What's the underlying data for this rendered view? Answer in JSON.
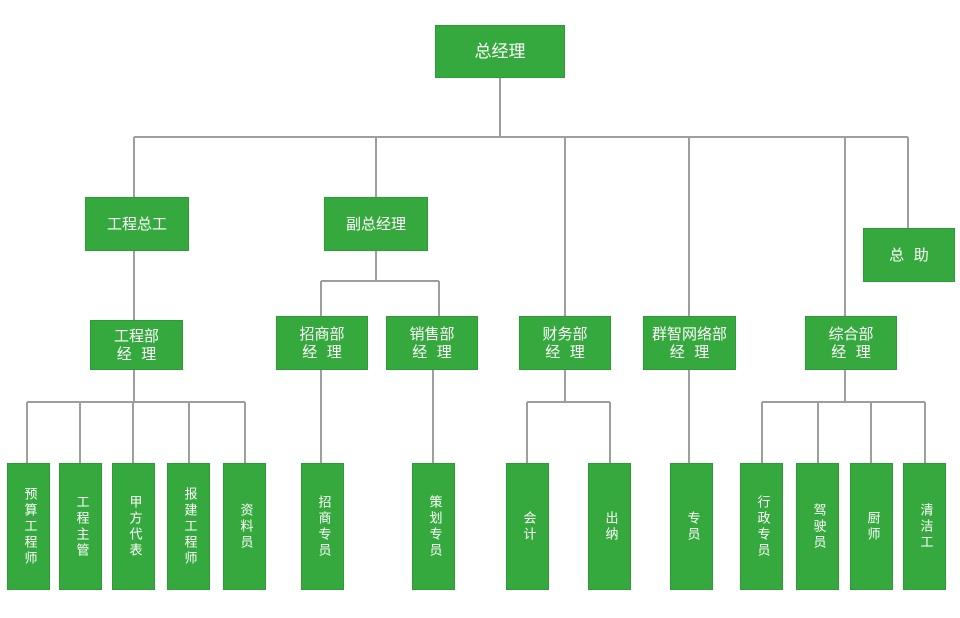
{
  "colors": {
    "box_fill": "#35a93e",
    "connector": "#9e9e9e",
    "text": "#ffffff"
  },
  "org_chart": {
    "ceo": "总经理",
    "chief_engineer": "工程总工",
    "deputy_gm": "副总经理",
    "assistant": "总  助",
    "engineering_manager": "工程部\n经  理",
    "investment_manager": "招商部\n经  理",
    "sales_manager": "销售部\n经  理",
    "finance_manager": "财务部\n经  理",
    "network_manager": "群智网络部\n经  理",
    "general_affairs_manager": "综合部\n经  理",
    "engineering_staff": [
      "预算工程师",
      "工程主管",
      "甲方代表",
      "报建工程师",
      "资料员"
    ],
    "investment_staff": [
      "招商专员"
    ],
    "sales_staff": [
      "策划专员"
    ],
    "finance_staff": [
      "会计",
      "出纳"
    ],
    "network_staff": [
      "专员"
    ],
    "general_affairs_staff": [
      "行政专员",
      "驾驶员",
      "厨师",
      "清洁工"
    ]
  }
}
